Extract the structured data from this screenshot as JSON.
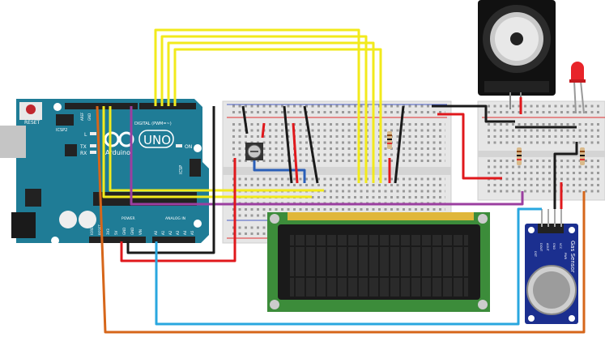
{
  "arduino": {
    "reset_label": "RESET",
    "icsp2_label": "ICSP2",
    "icsp_label": "ICSP",
    "led_l_label": "L",
    "tx_label": "TX",
    "rx_label": "RX",
    "on_label": "ON",
    "model_label": "UNO",
    "brand_label": "Arduino",
    "digital_label": "DIGITAL (PWM=~)",
    "power_label": "POWER",
    "analog_label": "ANALOG IN",
    "aref_label": "AREF",
    "gnd_label": "GND",
    "power_pins": [
      "IOREF",
      "RESET",
      "3V3",
      "5V",
      "GND",
      "GND",
      "VIN"
    ],
    "analog_pins": [
      "A0",
      "A1",
      "A2",
      "A3",
      "A4",
      "A5"
    ],
    "color": "#1f7c96"
  },
  "gas_sensor": {
    "title": "Gas Sensor",
    "pins": [
      "DOUT",
      "AOUT",
      "GND",
      "VCC"
    ],
    "led_labels": [
      "DST",
      "PWR"
    ],
    "color": "#1b2f8f"
  },
  "wire_colors": {
    "yellow": "#f2ea1c",
    "orange": "#d6661a",
    "purple": "#9b3fa0",
    "red": "#e0181c",
    "black": "#1a1a1a",
    "blue": "#29a7df",
    "dark_blue": "#2a5fb8"
  }
}
